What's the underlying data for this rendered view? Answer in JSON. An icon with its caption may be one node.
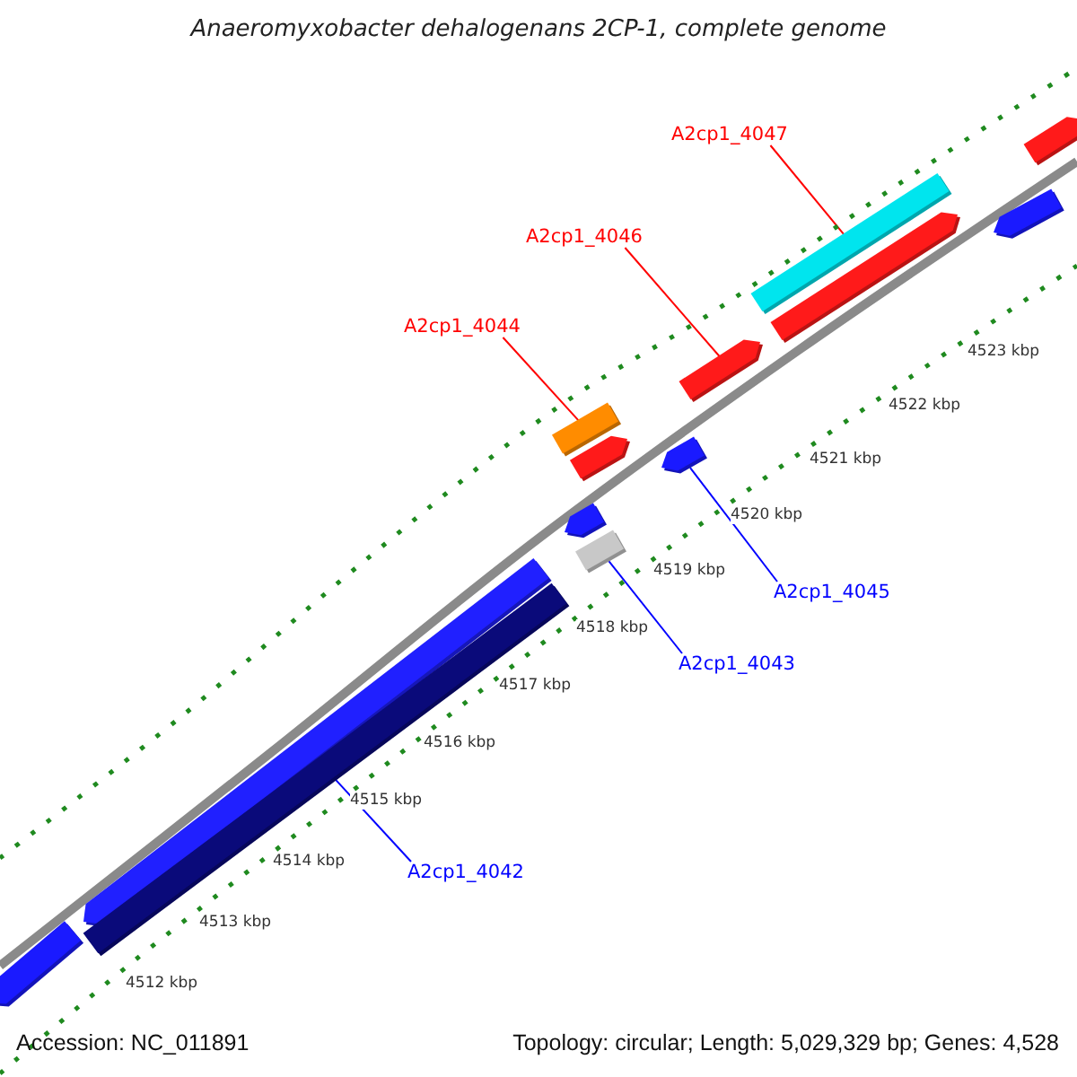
{
  "diagram": {
    "title": "Anaeromyxobacter dehalogenans 2CP-1, complete genome",
    "nodes": [
      {
        "text": [
          "A2cp1_4047"
        ]
      },
      {
        "text": [
          "A2cp1_4046"
        ]
      },
      {
        "text": [
          "A2cp1_4044"
        ]
      },
      {
        "text": [
          "A2cp1_4045"
        ]
      },
      {
        "text": [
          "A2cp1_4043"
        ]
      },
      {
        "text": [
          "A2cp1_4042"
        ]
      },
      {
        "text": [],
        "shape": "bar"
      },
      {
        "text": [],
        "shape": "bar"
      },
      {
        "text": [],
        "shape": "bar"
      },
      {
        "text": [],
        "shape": "bar"
      },
      {
        "text": [],
        "shape": "bar"
      },
      {
        "text": [],
        "shape": "bar"
      },
      {
        "text": [],
        "shape": "bar"
      },
      {
        "text": [],
        "shape": "bar"
      },
      {
        "text": [],
        "shape": "bar"
      },
      {
        "text": [],
        "shape": "bar"
      },
      {
        "text": [],
        "shape": "bar"
      },
      {
        "text": [],
        "shape": "bar"
      },
      {
        "text": [],
        "shape": "bar"
      }
    ],
    "edges": [
      {
        "from": 0,
        "to": 15,
        "arrow": "none",
        "color": "#ff0000"
      },
      {
        "from": 1,
        "to": 14,
        "arrow": "none",
        "color": "#ff0000"
      },
      {
        "from": 2,
        "to": 9,
        "arrow": "none",
        "color": "#ff0000"
      },
      {
        "from": 3,
        "to": 13,
        "arrow": "none",
        "color": "#0000ff"
      },
      {
        "from": 4,
        "to": 12,
        "arrow": "none",
        "color": "#0000ff"
      },
      {
        "from": 5,
        "to": 8,
        "arrow": "none",
        "color": "#0000ff"
      }
    ],
    "labels": [
      "4523 kbp",
      "4522 kbp",
      "4521 kbp",
      "4520 kbp",
      "4519 kbp",
      "4518 kbp",
      "4517 kbp",
      "4516 kbp",
      "4515 kbp",
      "4514 kbp",
      "4513 kbp",
      "4512 kbp",
      "Accession: NC_011891",
      "Topology: circular; Length: 5,029,329 bp; Genes: 4,528"
    ]
  }
}
